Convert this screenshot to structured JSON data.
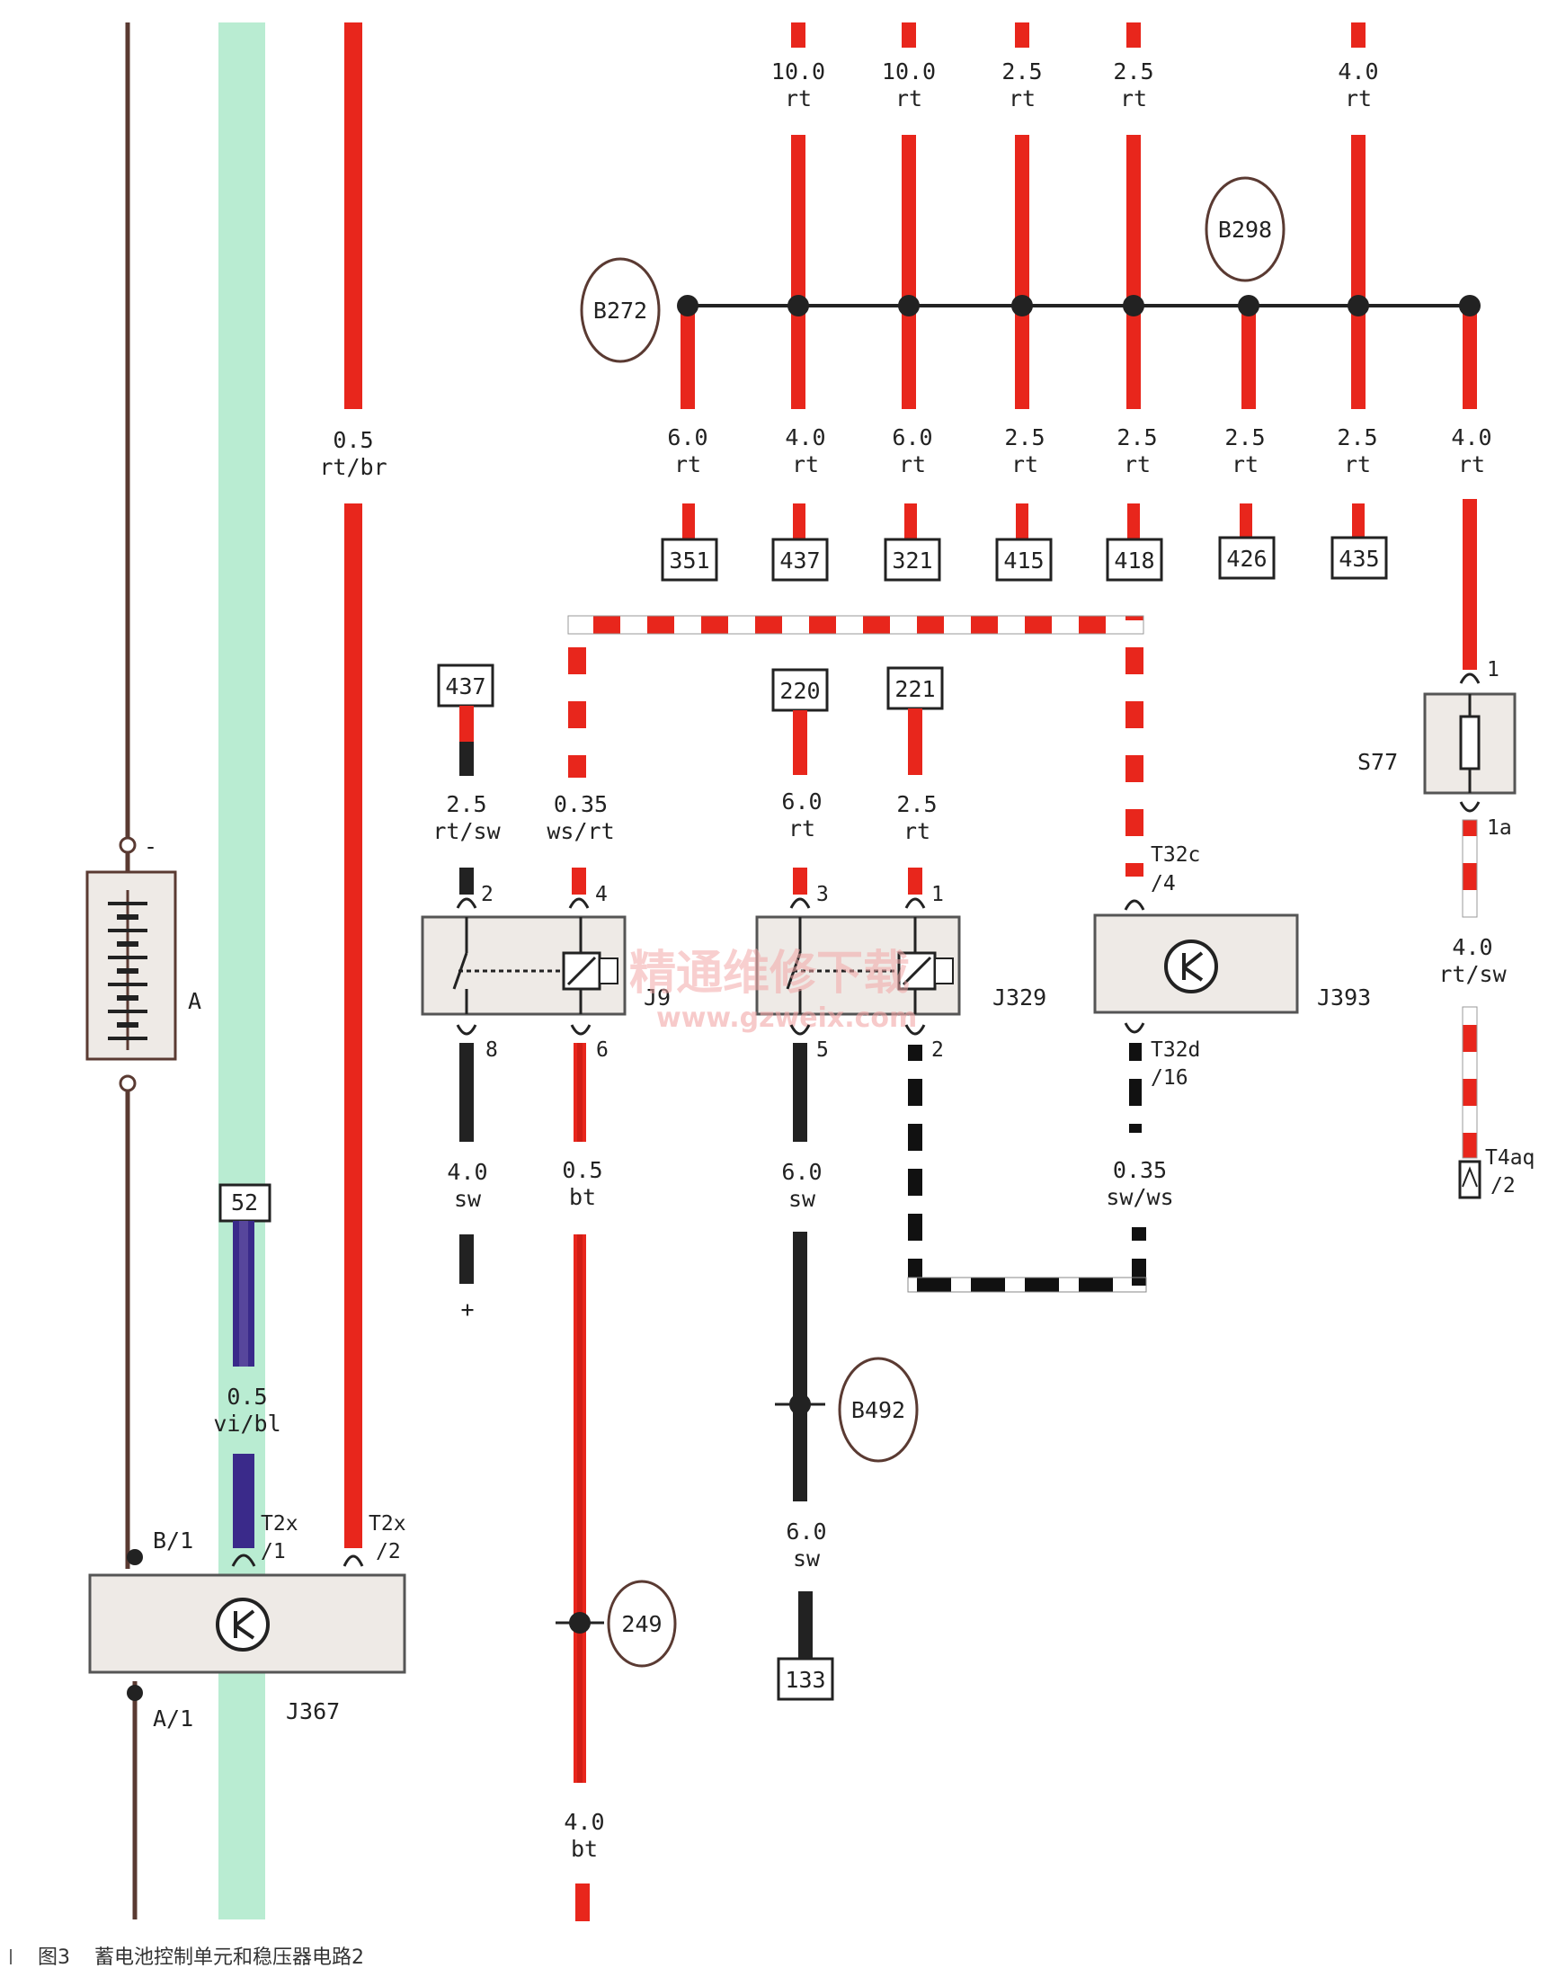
{
  "caption": {
    "fig": "图3",
    "title": "蓄电池控制单元和稳压器电路2"
  },
  "watermark": {
    "cn": "精通维修下载",
    "url": "www.gzweix.com"
  },
  "colors": {
    "red": "#e8261c",
    "black": "#111111",
    "brown": "#5a3a32",
    "green_band": "#b9ecd2",
    "violet_blue": "#3a2a8a",
    "component_fill": "#eeeae6"
  },
  "splices": [
    "B272",
    "B298",
    "B492",
    "249"
  ],
  "components": {
    "battery": "A",
    "battery_minus": "-",
    "battery_pos_terminal": "B/1",
    "battery_neg_terminal": "A/1",
    "j367": "J367",
    "j9": "J9",
    "j329": "J329",
    "j393": "J393",
    "s77": "S77",
    "plus": "+"
  },
  "ref_boxes": {
    "b351": "351",
    "b437": "437",
    "b321": "321",
    "b415": "415",
    "b418": "418",
    "b426": "426",
    "b435": "435",
    "b437b": "437",
    "b220": "220",
    "b221": "221",
    "b52": "52",
    "b133": "133"
  },
  "wires": {
    "w_rtbr": {
      "size": "0.5",
      "color": "rt/br"
    },
    "t1": {
      "size": "10.0",
      "color": "rt"
    },
    "t2": {
      "size": "10.0",
      "color": "rt"
    },
    "t3": {
      "size": "2.5",
      "color": "rt"
    },
    "t4": {
      "size": "2.5",
      "color": "rt"
    },
    "t5": {
      "size": "4.0",
      "color": "rt"
    },
    "b1": {
      "size": "6.0",
      "color": "rt"
    },
    "b2": {
      "size": "4.0",
      "color": "rt"
    },
    "b3": {
      "size": "6.0",
      "color": "rt"
    },
    "b4": {
      "size": "2.5",
      "color": "rt"
    },
    "b5": {
      "size": "2.5",
      "color": "rt"
    },
    "b6": {
      "size": "2.5",
      "color": "rt"
    },
    "b7": {
      "size": "2.5",
      "color": "rt"
    },
    "b8": {
      "size": "4.0",
      "color": "rt"
    },
    "j9_in2": {
      "size": "2.5",
      "color": "rt/sw"
    },
    "j9_in4": {
      "size": "0.35",
      "color": "ws/rt"
    },
    "j329_in3": {
      "size": "6.0",
      "color": "rt"
    },
    "j329_in1": {
      "size": "2.5",
      "color": "rt"
    },
    "j9_out8": {
      "size": "4.0",
      "color": "sw"
    },
    "j9_out6": {
      "size": "0.5",
      "color": "bt"
    },
    "j329_out5": {
      "size": "6.0",
      "color": "sw"
    },
    "j393_out": {
      "size": "0.35",
      "color": "sw/ws"
    },
    "s77_out": {
      "size": "4.0",
      "color": "rt/sw"
    },
    "vibl": {
      "size": "0.5",
      "color": "vi/bl"
    },
    "after_b492": {
      "size": "6.0",
      "color": "sw"
    },
    "bottom_bt": {
      "size": "4.0",
      "color": "bt"
    }
  },
  "pins": {
    "j9_p2": "2",
    "j9_p4": "4",
    "j9_p8": "8",
    "j9_p6": "6",
    "j329_p3": "3",
    "j329_p1": "1",
    "j329_p5": "5",
    "j329_p2": "2",
    "s77_p1": "1",
    "s77_p1a": "1a",
    "t32c": "T32c",
    "t32c_pin": "/4",
    "t32d": "T32d",
    "t32d_pin": "/16",
    "t2x_1": "T2x",
    "t2x_1_pin": "/1",
    "t2x_2": "T2x",
    "t2x_2_pin": "/2",
    "t4aq": "T4aq",
    "t4aq_pin": "/2"
  }
}
